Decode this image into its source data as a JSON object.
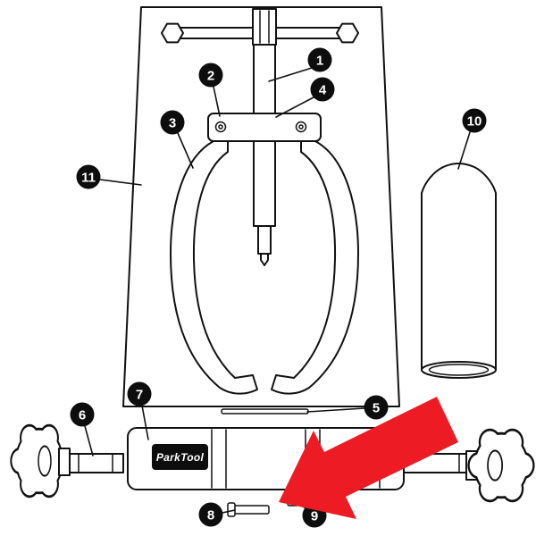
{
  "diagram": {
    "logo_text": "ParkTool",
    "colors": {
      "background": "#ffffff",
      "line": "#111111",
      "arrow_red": "#ed1c24",
      "callout_bg": "#0d0d0d",
      "callout_text": "#ffffff",
      "logo_bg": "#0d0d0d"
    },
    "callouts": [
      {
        "label": "1"
      },
      {
        "label": "2"
      },
      {
        "label": "3"
      },
      {
        "label": "4"
      },
      {
        "label": "5"
      },
      {
        "label": "6"
      },
      {
        "label": "7"
      },
      {
        "label": "8"
      },
      {
        "label": "9"
      },
      {
        "label": "10"
      },
      {
        "label": "11"
      }
    ]
  }
}
